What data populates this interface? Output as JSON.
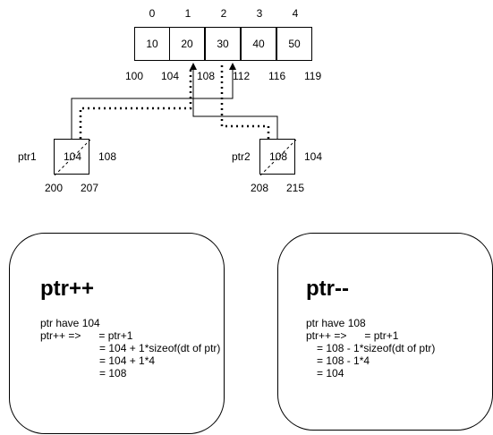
{
  "array": {
    "indices": [
      "0",
      "1",
      "2",
      "3",
      "4"
    ],
    "values": [
      "10",
      "20",
      "30",
      "40",
      "50"
    ],
    "addresses": [
      "100",
      "104",
      "108",
      "112",
      "116",
      "119"
    ]
  },
  "ptr1": {
    "name": "ptr1",
    "value": "104",
    "right_label": "108",
    "addr_start": "200",
    "addr_end": "207"
  },
  "ptr2": {
    "name": "ptr2",
    "value": "108",
    "right_label": "104",
    "addr_start": "208",
    "addr_end": "215"
  },
  "card_increment": {
    "title": "ptr++",
    "lines": [
      "ptr have 104",
      "ptr++ =>      = ptr+1",
      "= 104 + 1*sizeof(dt of ptr)",
      "= 104 + 1*4",
      "= 108"
    ]
  },
  "card_decrement": {
    "title": "ptr--",
    "lines": [
      "ptr have 108",
      "ptr++ =>      = ptr+1",
      "= 108 - 1*sizeof(dt of ptr)",
      "= 108 - 1*4",
      "= 104"
    ]
  }
}
